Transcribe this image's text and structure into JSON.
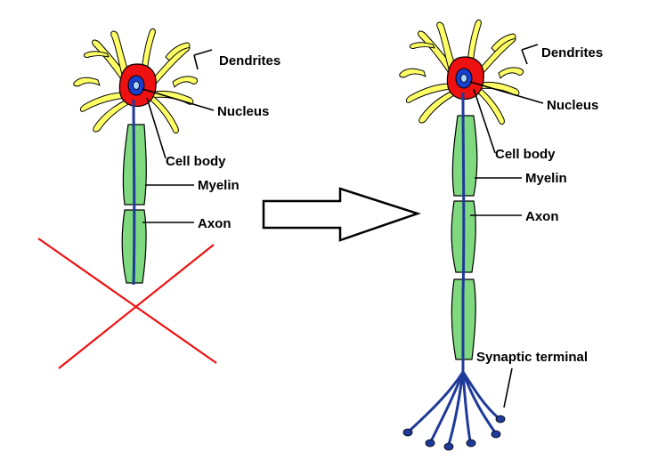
{
  "labels": {
    "dendrites": "Dendrites",
    "nucleus": "Nucleus",
    "cell_body": "Cell body",
    "myelin": "Myelin",
    "axon": "Axon",
    "synaptic_terminal": "Synaptic terminal"
  },
  "colors": {
    "dendrite": "#ffff66",
    "cell_body": "#ee1111",
    "nucleus": "#1a3fcf",
    "myelin": "#7fd97f",
    "axon": "#1f3a9a",
    "cross": "#ee1111",
    "arrow_fill": "#ffffff",
    "outline": "#000000"
  }
}
